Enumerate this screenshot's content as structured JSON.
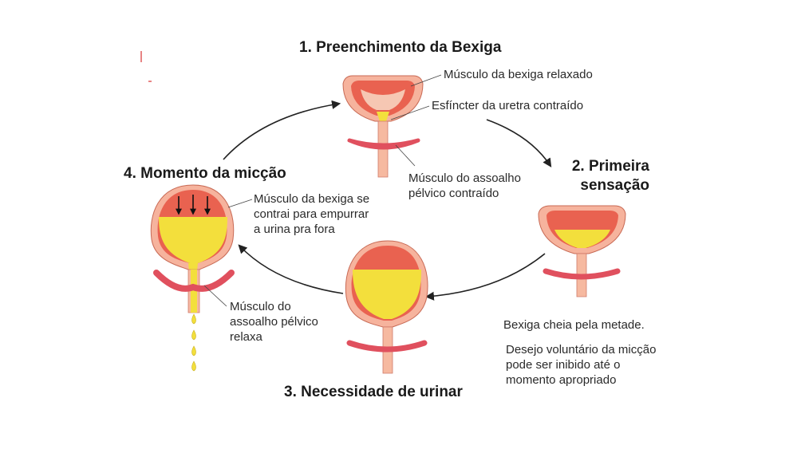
{
  "stages": [
    {
      "title": "1. Preenchimento da Bexiga",
      "labels": [
        "Músculo da bexiga relaxado",
        "Esfíncter da uretra contraído",
        "Músculo do assoalho\npélvico contraído"
      ]
    },
    {
      "title": "2. Primeira\nsensação",
      "labels": [
        "Bexiga cheia pela metade.",
        "Desejo voluntário da micção\npode ser inibido até o\nmomento apropriado"
      ]
    },
    {
      "title": "3. Necessidade de urinar",
      "labels": []
    },
    {
      "title": "4. Momento da micção",
      "labels": [
        "Músculo da bexiga se\ncontrai para empurrar\na urina pra fora",
        "Músculo do\nassoalho pélvico\nrelaxa"
      ]
    }
  ],
  "colors": {
    "muscle_outer": "#f4a48c",
    "muscle_inner": "#e85a4a",
    "urine": "#f3df3c",
    "pelvic_floor": "#e0505e",
    "urethra": "#f6b9a0",
    "arrow": "#222222"
  }
}
